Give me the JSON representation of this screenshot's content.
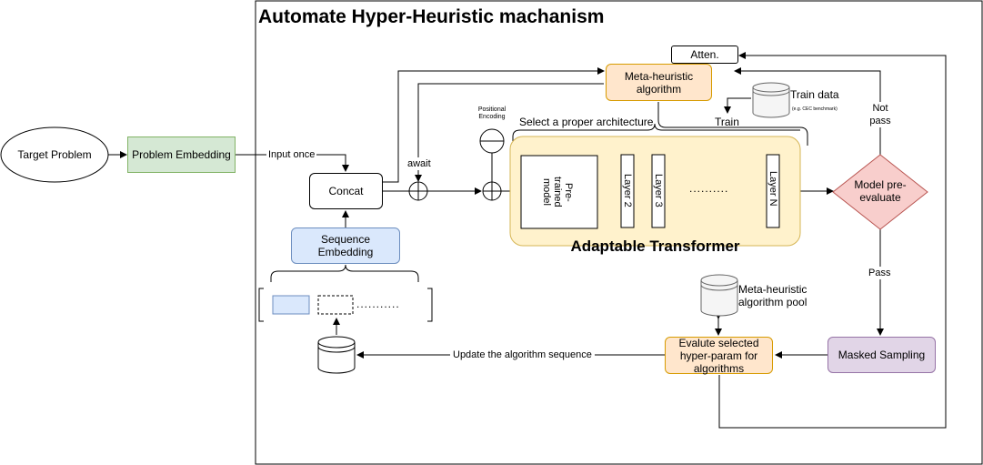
{
  "title": "Automate Hyper-Heuristic machanism",
  "nodes": {
    "target_problem": "Target Problem",
    "problem_embedding": "Problem Embedding",
    "concat": "Concat",
    "sequence_embedding": "Sequence Embedding",
    "meta_heuristic": "Meta-heuristic algorithm",
    "atten": "Atten.",
    "train_data": "Train data",
    "train_data_note": "(e.g. CEC benchmark)",
    "positional_encoding": "Positional Encoding",
    "pretrained_model": "Pre-trained model",
    "layer2": "Layer 2",
    "layer3": "Layer 3",
    "layer_n": "Layer  N",
    "layer_dots": "..........",
    "adaptable_transformer": "Adaptable Transformer",
    "model_pre_evaluate": "Model pre-evaluate",
    "masked_sampling": "Masked Sampling",
    "evaluate_selected": "Evalute selected hyper-param for algorithms",
    "algorithm_pool": "Meta-heuristic algorithm pool",
    "sequence_dots": "..........."
  },
  "edges": {
    "input_once": "Input once",
    "await": "await",
    "select_arch": "Select  a proper architecture",
    "train": "Train",
    "not_pass": "Not pass",
    "pass": "Pass",
    "update_sequence": "Update the algorithm sequence"
  },
  "colors": {
    "green_fill": "#d5e8d4",
    "green_stroke": "#82b366",
    "blue_fill": "#dae8fc",
    "blue_stroke": "#6c8ebf",
    "orange_fill": "#ffe6cc",
    "orange_stroke": "#d79b00",
    "yellow_fill": "#fff2cc",
    "yellow_stroke": "#d6b656",
    "red_fill": "#f8cecc",
    "red_stroke": "#b85450",
    "purple_fill": "#e1d5e7",
    "purple_stroke": "#9673a6"
  }
}
